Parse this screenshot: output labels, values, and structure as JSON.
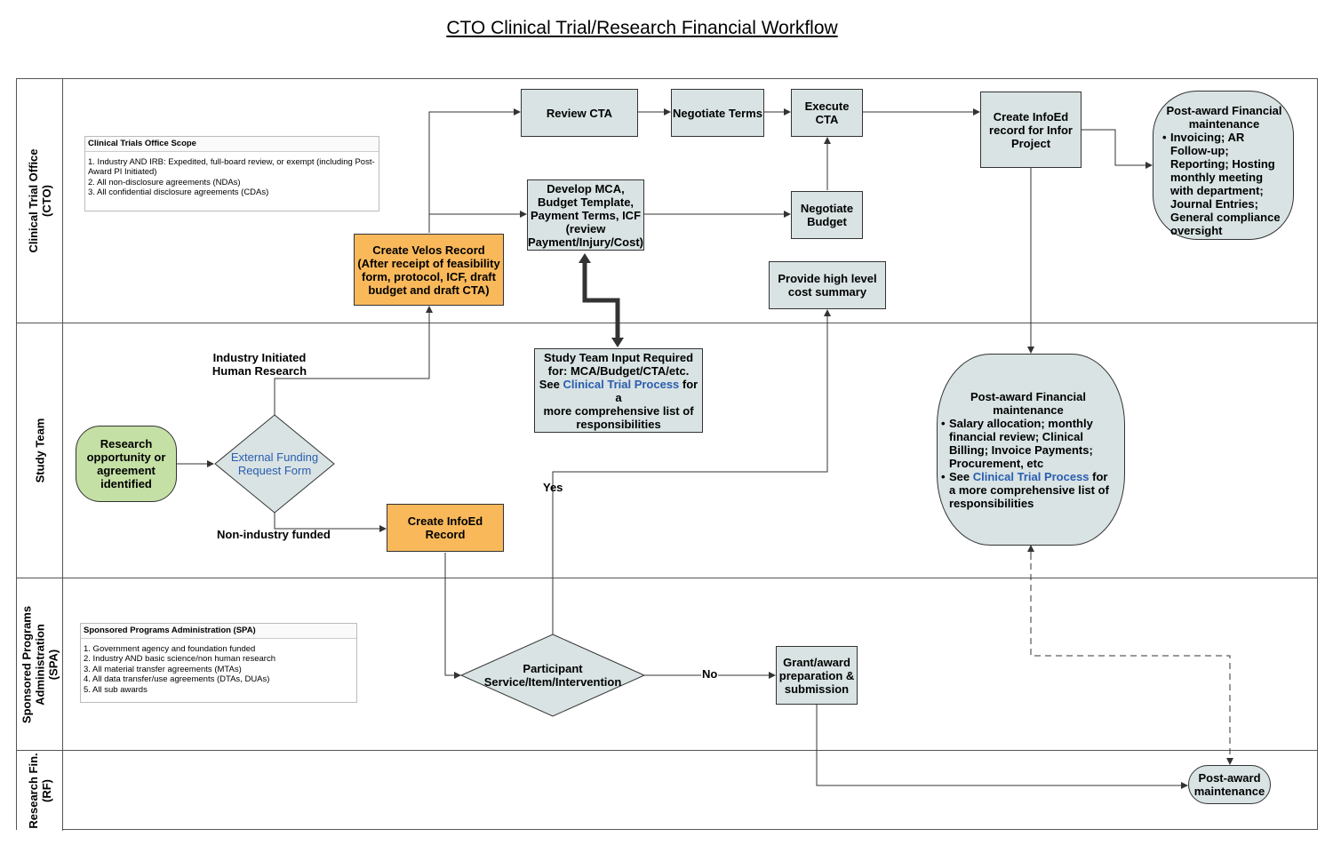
{
  "title": "CTO Clinical Trial/Research Financial Workflow",
  "lanes": [
    {
      "label": "Clinical Trial Office\n(CTO)"
    },
    {
      "label": "Study Team"
    },
    {
      "label": "Sponsored Programs\nAdministration\n(SPA)"
    },
    {
      "label": "Research Fin.\n(RF)"
    }
  ],
  "cto_scope": {
    "title": "Clinical Trials Office Scope",
    "items": [
      "1. Industry AND IRB: Expedited, full-board review, or exempt   (including Post-Award PI Initiated)",
      "2. All non-disclosure agreements (NDAs)",
      "3. All confidential disclosure agreements (CDAs)"
    ]
  },
  "spa_scope": {
    "title": "Sponsored Programs Administration (SPA)",
    "items": [
      "1. Government agency and foundation funded",
      "2. Industry AND basic science/non human research",
      "3. All material transfer agreements (MTAs)",
      "4. All data transfer/use agreements (DTAs, DUAs)",
      "5. All sub awards"
    ]
  },
  "nodes": {
    "review_cta": "Review CTA",
    "negotiate_terms": "Negotiate Terms",
    "execute_cta": "Execute\nCTA",
    "create_infoed_infor": "Create InfoEd\nrecord for Infor\nProject",
    "develop_mca": "Develop MCA,\nBudget Template,\nPayment Terms, ICF\n(review\nPayment/Injury/Cost)",
    "negotiate_budget": "Negotiate\nBudget",
    "create_velos": "Create Velos Record\n(After receipt of feasibility\nform, protocol, ICF, draft\nbudget and draft CTA)",
    "cost_summary": "Provide high level\ncost summary",
    "research_opportunity": "Research\nopportunity or\nagreement\nidentified",
    "external_funding": "External Funding\nRequest Form",
    "create_infoed_record": "Create InfoEd\nRecord",
    "participant": "Participant\nService/Item/Intervention",
    "grant_award": "Grant/award\npreparation &\nsubmission",
    "postaward_rf": "Post-award\nmaintenance"
  },
  "study_input": {
    "line1": "Study Team Input Required",
    "line2": "for: MCA/Budget/CTA/etc.",
    "see": "See ",
    "link": "Clinical Trial Process",
    "rest1": " for a",
    "rest2": "more comprehensive list of",
    "rest3": "responsibilities"
  },
  "postaward_cto": {
    "title": "Post-award Financial\nmaintenance",
    "bullets": [
      "Invoicing; AR Follow-up; Reporting; Hosting monthly meeting with department; Journal Entries; General compliance oversight"
    ]
  },
  "postaward_study": {
    "title": "Post-award Financial maintenance",
    "bullet1": "Salary allocation; monthly financial review; Clinical Billing; Invoice Payments; Procurement, etc",
    "bullet2_see": "See ",
    "bullet2_link": "Clinical Trial Process",
    "bullet2_rest": " for a more comprehensive list of responsibilities"
  },
  "edge_labels": {
    "industry": "Industry Initiated\nHuman Research",
    "non_industry": "Non-industry funded",
    "yes": "Yes",
    "no": "No"
  },
  "colors": {
    "gray": "#d9e3e3",
    "orange": "#f9b95b",
    "green": "#c5e0a5",
    "link": "#2a5db0"
  }
}
